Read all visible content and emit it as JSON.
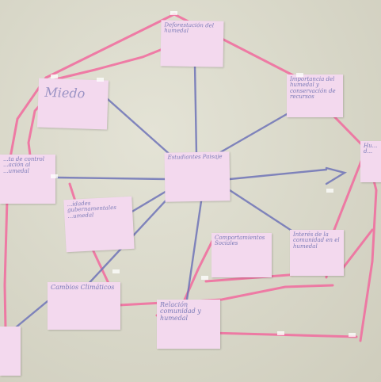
{
  "image": {
    "colors": {
      "wall": "#d9d8c9",
      "card": "#f3d9ee",
      "card_text": "#7c7bb8",
      "pink_string": "#f26a9e",
      "blue_string": "#6f74b8"
    }
  },
  "cards": {
    "deforestation": "Deforestación del humedal",
    "miedo": "Miedo",
    "importancia": "Importancia del humedal y conservación de recursos",
    "right_edge": "Hu... d...",
    "falta_control": "...ta de control ...ación al ...umedal",
    "estudiantes": "Estudiantes Paisaje",
    "gubernamental": "...idades gubernamentales ...umedal",
    "comportamientos": "Comportamientos Sociales",
    "interes": "Interés de la comunidad en el humedal",
    "cambios": "Cambios Climáticos",
    "relacion": "Relación comunidad y humedal"
  }
}
